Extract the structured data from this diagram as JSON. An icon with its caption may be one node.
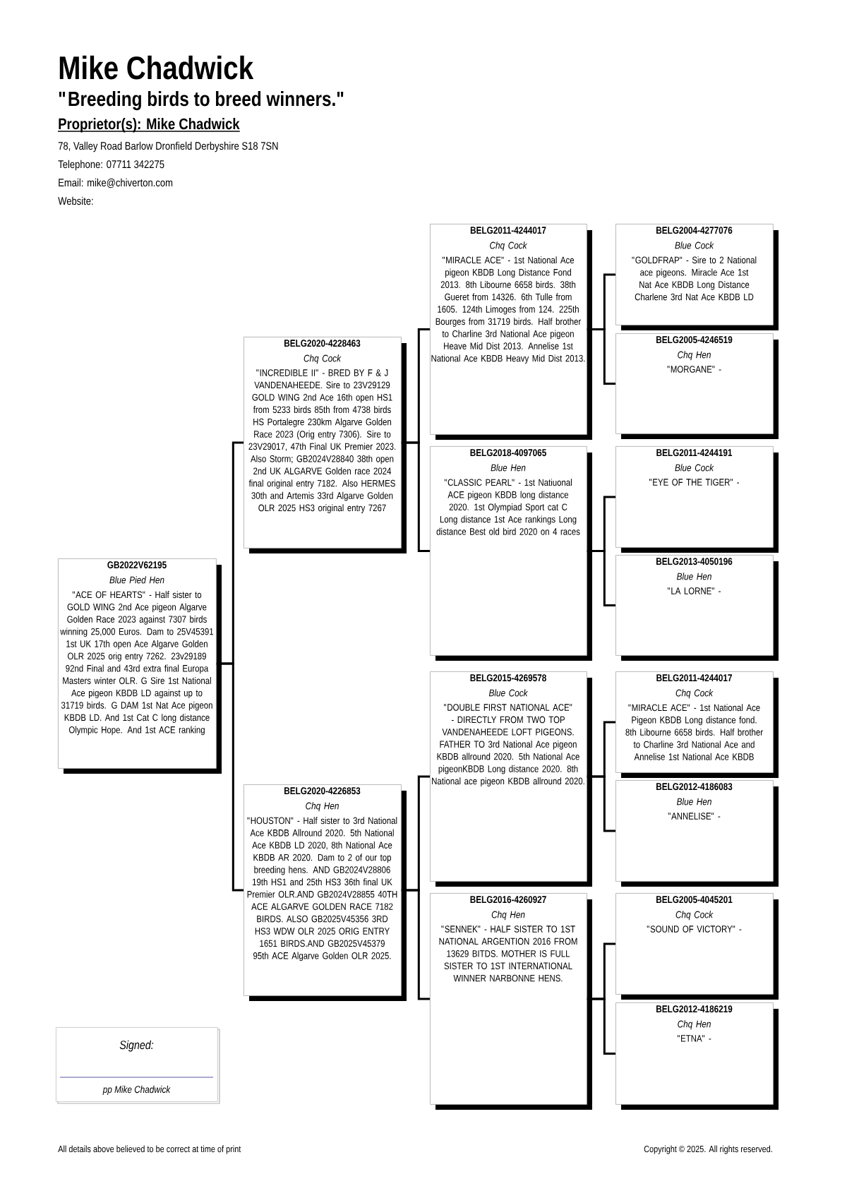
{
  "diagram": {
    "title": "Mike Chadwick",
    "nodes": [
      {
        "text": [
          "GB2022V62195",
          "Blue Pied Hen",
          "\"ACE OF HEARTS\" - Half sister to GOLD WING 2nd Ace pigeon Algarve Golden Race 2023 against 7307 birds winning 25,000 Euros. Dam to 25V45391 1st UK 17th open Ace Algarve Golden OLR 2025 orig entry 7262. 23v29189 92nd Final and 43rd extra final Europa Masters winter OLR. G Sire 1st National Ace pigeon KBDB LD against up to 31719 birds. G DAM 1st Nat Ace pigeon KBDB LD. And 1st Cat C long distance Olympic Hope. And 1st ACE ranking"
        ]
      },
      {
        "text": [
          "BELG2020-4228463",
          "Chq Cock",
          "\"INCREDIBLE II\" - BRED BY F & J VANDENAHEEDE. Sire to 23V29129 GOLD WING 2nd Ace 16th open HS1 from 5233 birds 85th from 4738 birds HS Portalegre 230km Algarve Golden Race 2023 (Orig entry 7306). Sire to 23V29017, 47th Final UK Premier 2023. Also Storm; GB2024V28840 38th open 2nd UK ALGARVE Golden race 2024 final original entry 7182. Also HERMES 30th and Artemis 33rd Algarve Golden OLR 2025 HS3 original entry 7267"
        ]
      },
      {
        "text": [
          "BELG2020-4226853",
          "Chq Hen",
          "\"HOUSTON\" - Half sister to 3rd National Ace KBDB Allround 2020. 5th National Ace KBDB LD 2020, 8th National Ace KBDB AR 2020. Dam to 2 of our top breeding hens. AND GB2024V28806 19th HS1 and 25th HS3 36th final UK Premier OLR.AND GB2024V28855 40TH ACE ALGARVE GOLDEN RACE 7182 BIRDS. ALSO GB2025V45356 3RD HS3 WDW OLR 2025 ORIG ENTRY 1651 BIRDS.AND GB2025V45379 95th ACE Algarve Golden OLR 2025."
        ]
      },
      {
        "text": [
          "BELG2011-4244017",
          "Chq Cock",
          "\"MIRACLE ACE\" - 1st National Ace pigeon KBDB Long Distance Fond 2013. 8th Libourne 6658 birds. 38th Gueret from 14326. 6th Tulle from 1605. 124th Limoges from 124. 225th Bourges from 31719 birds. Half brother to Charline 3rd National Ace pigeon Heave Mid Dist 2013. Annelise 1st National Ace KBDB Heavy Mid Dist 2013."
        ]
      },
      {
        "text": [
          "BELG2018-4097065",
          "Blue Hen",
          "\"CLASSIC PEARL\" - 1st Natiuonal ACE pigeon KBDB long distance 2020. 1st Olympiad Sport cat C Long distance 1st Ace rankings Long distance Best old bird 2020 on 4 races"
        ]
      },
      {
        "text": [
          "BELG2015-4269578",
          "Blue Cock",
          "\"DOUBLE FIRST NATIONAL ACE\" - DIRECTLY FROM TWO TOP VANDENAHEEDE LOFT PIGEONS. FATHER TO 3rd National Ace pigeon KBDB allround 2020. 5th National Ace pigeonKBDB Long distance 2020. 8th National ace pigeon KBDB allround 2020."
        ]
      },
      {
        "text": [
          "BELG2016-4260927",
          "Chq Hen",
          "\"SENNEK\" - HALF SISTER TO 1ST NATIONAL ARGENTION 2016 FROM 13629 BITDS. MOTHER IS FULL SISTER TO 1ST INTERNATIONAL WINNER NARBONNE HENS."
        ]
      },
      {
        "text": [
          "BELG2004-4277076",
          "Blue Cock",
          "\"GOLDFRAP\" - Sire to 2 National ace pigeons. Miracle Ace 1st Nat Ace KBDB Long Distance Charlene 3rd Nat Ace KBDB LD"
        ]
      },
      {
        "text": [
          "BELG2005-4246519",
          "Chq Hen",
          "\"MORGANE\" -"
        ]
      },
      {
        "text": [
          "BELG2011-4244191",
          "Blue Cock",
          "\"EYE OF THE TIGER\" -"
        ]
      },
      {
        "text": [
          "BELG2013-4050196",
          "Blue Hen",
          "\"LA LORNE\" -"
        ]
      },
      {
        "text": [
          "BELG2011-4244017",
          "Chq Cock",
          "\"MIRACLE ACE\" - 1st National Ace Pigeon KBDB Long distance fond. 8th Libourne 6658 birds. Half brother to Charline 3rd National Ace and Annelise 1st National Ace KBDB"
        ]
      },
      {
        "text": [
          "BELG2012-4186083",
          "Blue Hen",
          "\"ANNELISE\" -"
        ]
      },
      {
        "text": [
          "BELG2005-4045201",
          "Chq Cock",
          "\"SOUND OF VICTORY\" -"
        ]
      },
      {
        "text": [
          "BELG2012-4186219",
          "Chq Hen",
          "\"ETNA\" -"
        ]
      },
      {
        "text": [
          "Signed:",
          "pp Mike Chadwick"
        ]
      }
    ],
    "edges": [
      {
        "from": 0,
        "to": 1,
        "arrow": "none"
      },
      {
        "from": 0,
        "to": 2,
        "arrow": "none"
      },
      {
        "from": 1,
        "to": 3,
        "arrow": "none"
      },
      {
        "from": 1,
        "to": 4,
        "arrow": "none"
      },
      {
        "from": 2,
        "to": 5,
        "arrow": "none"
      },
      {
        "from": 2,
        "to": 6,
        "arrow": "none"
      },
      {
        "from": 3,
        "to": 7,
        "arrow": "none"
      },
      {
        "from": 3,
        "to": 8,
        "arrow": "none"
      },
      {
        "from": 4,
        "to": 9,
        "arrow": "none"
      },
      {
        "from": 4,
        "to": 10,
        "arrow": "none"
      },
      {
        "from": 5,
        "to": 11,
        "arrow": "none"
      },
      {
        "from": 5,
        "to": 12,
        "arrow": "none"
      },
      {
        "from": 6,
        "to": 13,
        "arrow": "none"
      },
      {
        "from": 6,
        "to": 14,
        "arrow": "none"
      }
    ],
    "labels": [
      "\"Breeding birds to breed winners.\"",
      "Proprietor(s): Mike Chadwick",
      "78, Valley Road Barlow Dronfield Derbyshire S18 7SN",
      "Telephone: 07711 342275",
      "Email: mike@chiverton.com",
      "Website:",
      "All details above believed to be correct at time of print",
      "Copyright © 2025. All rights reserved."
    ]
  }
}
